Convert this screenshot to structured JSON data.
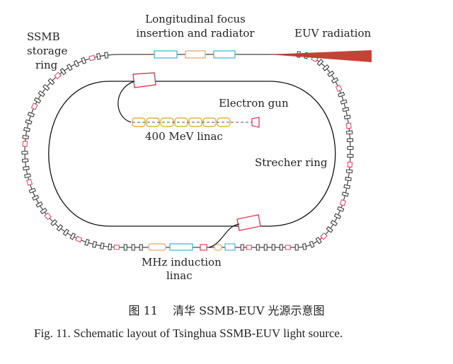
{
  "diagram": {
    "labels": {
      "ring_label": [
        "SSMB",
        "storage",
        "ring"
      ],
      "focus_label": [
        "Longitudinal focus",
        "insertion and radiator"
      ],
      "euv": "EUV radiation",
      "gun": "Electron gun",
      "linac": "400 MeV linac",
      "strecher": "Strecher ring",
      "induction": [
        "MHz induction",
        "linac"
      ]
    },
    "colors": {
      "ring_line": "#333333",
      "magnet_red": "#d9415a",
      "linac_yellow": "#e0b43a",
      "insertion_blue": "#4bb6d6",
      "insertion_orange": "#e6a870",
      "euv_beam": "#c0392b"
    }
  },
  "caption": {
    "zh_fig": "图 11",
    "zh_title": "清华 SSMB-EUV 光源示意图",
    "en": "Fig. 11. Schematic layout of Tsinghua SSMB-EUV light source."
  }
}
